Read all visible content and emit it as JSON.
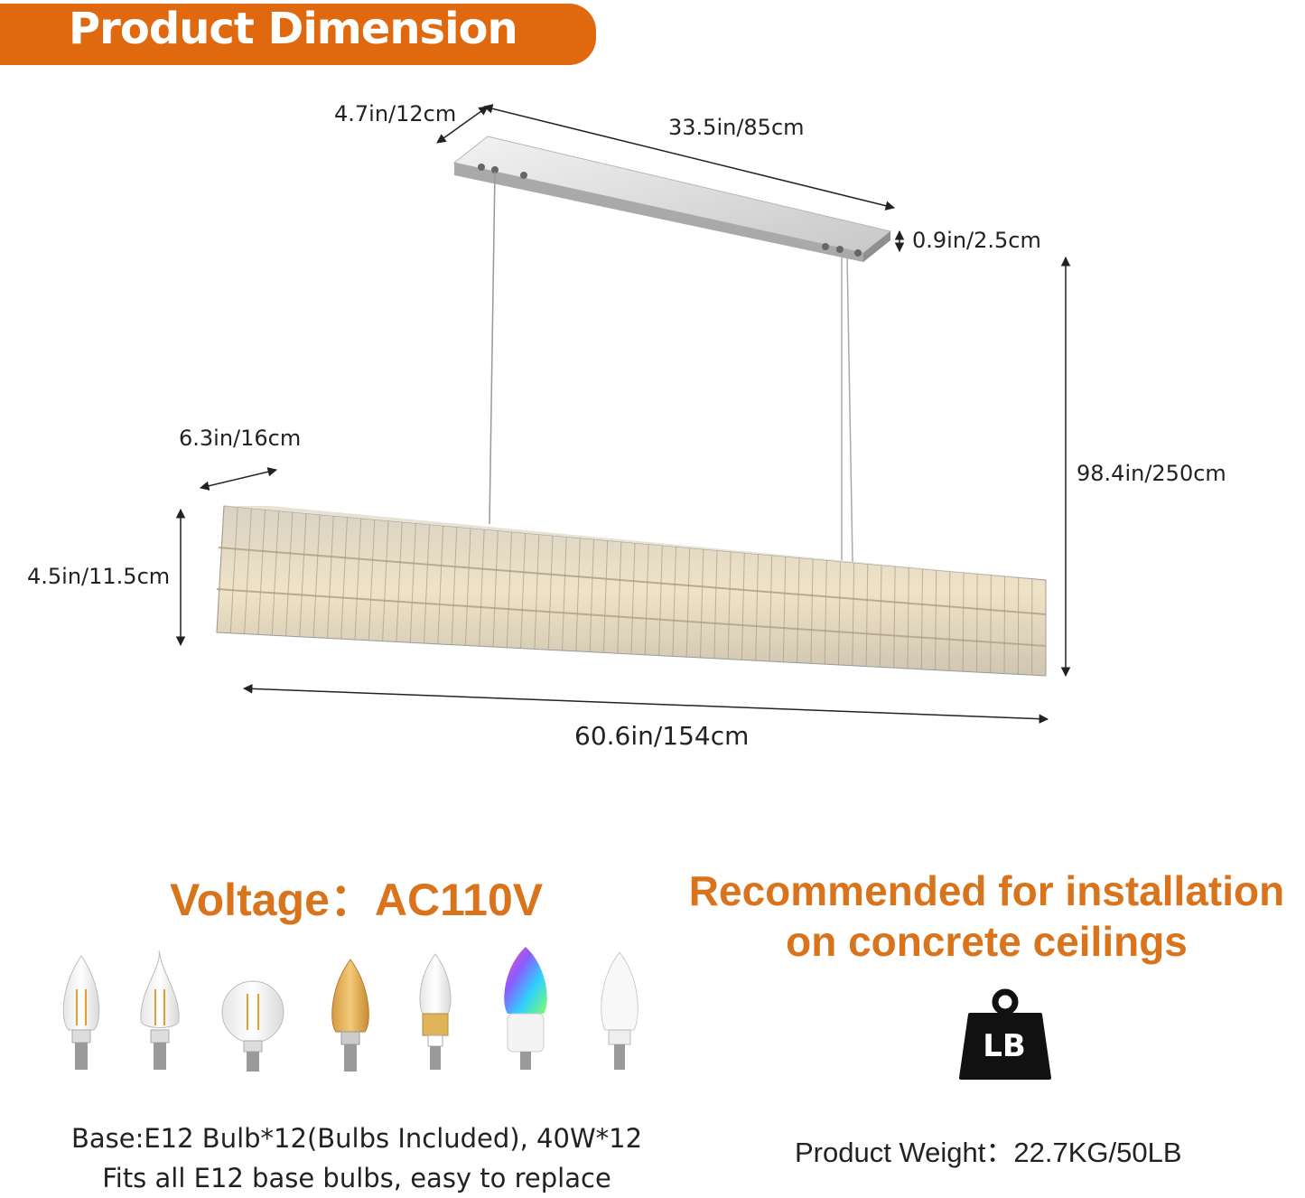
{
  "header": {
    "title": "Product Dimension"
  },
  "dimensions": {
    "canopy_depth": "4.7in/12cm",
    "canopy_length": "33.5in/85cm",
    "canopy_height": "0.9in/2.5cm",
    "body_depth": "6.3in/16cm",
    "body_height": "4.5in/11.5cm",
    "overall_height": "98.4in/250cm",
    "body_length": "60.6in/154cm"
  },
  "specs": {
    "voltage": "Voltage：AC110V",
    "recommendation_line1": "Recommended for installation",
    "recommendation_line2": "on concrete ceilings",
    "base_line1": "Base:E12 Bulb*12(Bulbs Included), 40W*12",
    "base_line2": "Fits all E12 base bulbs, easy to replace",
    "weight": "Product Weight：22.7KG/50LB",
    "weight_icon_label": "LB"
  },
  "colors": {
    "accent": "#e0690f",
    "text_orange": "#d9731c",
    "crystal": "#c9b99a"
  }
}
